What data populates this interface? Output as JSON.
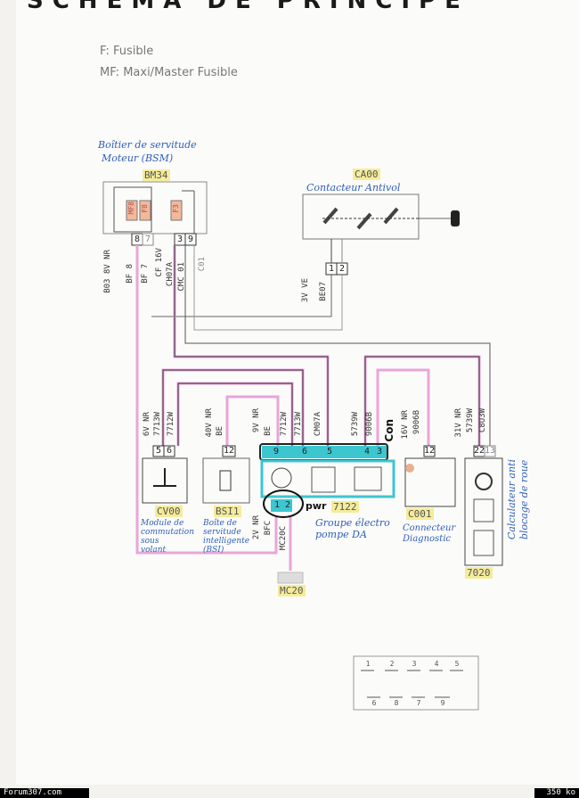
{
  "title": "SCHEMA DE PRINCIPE",
  "legend": {
    "fuse": "F: Fusible",
    "maxi_fuse": "MF: Maxi/Master Fusible"
  },
  "components": {
    "bsm": {
      "code": "BM34",
      "label_line1": "Boîtier de servitude",
      "label_line2": "Moteur (BSM)",
      "fuse_a": "MF8",
      "fuse_b": "F8",
      "fuse_c": "F3",
      "pins": [
        "8",
        "7",
        "3",
        "9"
      ],
      "wires": [
        "B03 8V NR",
        "BF 8",
        "BF 7",
        "CF 16V",
        "CH07A",
        "CMC 01",
        "C01"
      ]
    },
    "antivol": {
      "code": "CA00",
      "label": "Contacteur Antivol",
      "pins": [
        "1",
        "2"
      ],
      "wires": [
        "3V VE",
        "BE07"
      ]
    },
    "cv00": {
      "code": "CV00",
      "label": [
        "Module de",
        "commutation",
        "sous",
        "volant"
      ],
      "pins": [
        "5",
        "6"
      ],
      "wires": [
        "6V NR",
        "7713W",
        "7712W"
      ]
    },
    "bsi": {
      "code": "BSI1",
      "label": [
        "Boîte de",
        "servitude",
        "intelligente",
        "(BSI)"
      ],
      "pins": [
        "12"
      ],
      "wires": [
        "40V NR",
        "BE"
      ]
    },
    "pump": {
      "code": "7122",
      "label": [
        "Groupe électro",
        "pompe DA"
      ],
      "top_pins": [
        "9",
        "6",
        "5",
        "4",
        "3"
      ],
      "bottom_pins": [
        "1",
        "2"
      ],
      "top_wires": [
        "9V NR",
        "BE",
        "7712W",
        "7713W",
        "CM07A",
        "5739W",
        "9006B"
      ],
      "bottom_wires": [
        "2V NR",
        "BFC",
        "MC20C"
      ],
      "annot_con": "Con",
      "annot_pwr": "pwr"
    },
    "mc20": {
      "code": "MC20"
    },
    "c001": {
      "code": "C001",
      "label": [
        "Connecteur",
        "Diagnostic"
      ],
      "pins": [
        "12"
      ],
      "wires": [
        "16V NR",
        "9006B"
      ]
    },
    "abs": {
      "code": "7020",
      "label": [
        "Calculateur anti",
        "blocage de roue"
      ],
      "pins": [
        "22",
        "13"
      ],
      "wires": [
        "31V NR",
        "5739W",
        "C8U3W"
      ]
    }
  },
  "fuse_table": {
    "row1": [
      "1",
      "2",
      "3",
      "4",
      "5"
    ],
    "row2": [
      "6",
      "8",
      "7",
      "9"
    ]
  },
  "footer": {
    "site": "Forum307.com",
    "size": "350 ko"
  },
  "colors": {
    "wire_pink": "#e8a6d8",
    "wire_dark": "#2a2a2a",
    "pump_cyan": "#3cc6d0",
    "tag_yellow": "#f5ec9a",
    "hand_blue": "#2f5fb8"
  }
}
